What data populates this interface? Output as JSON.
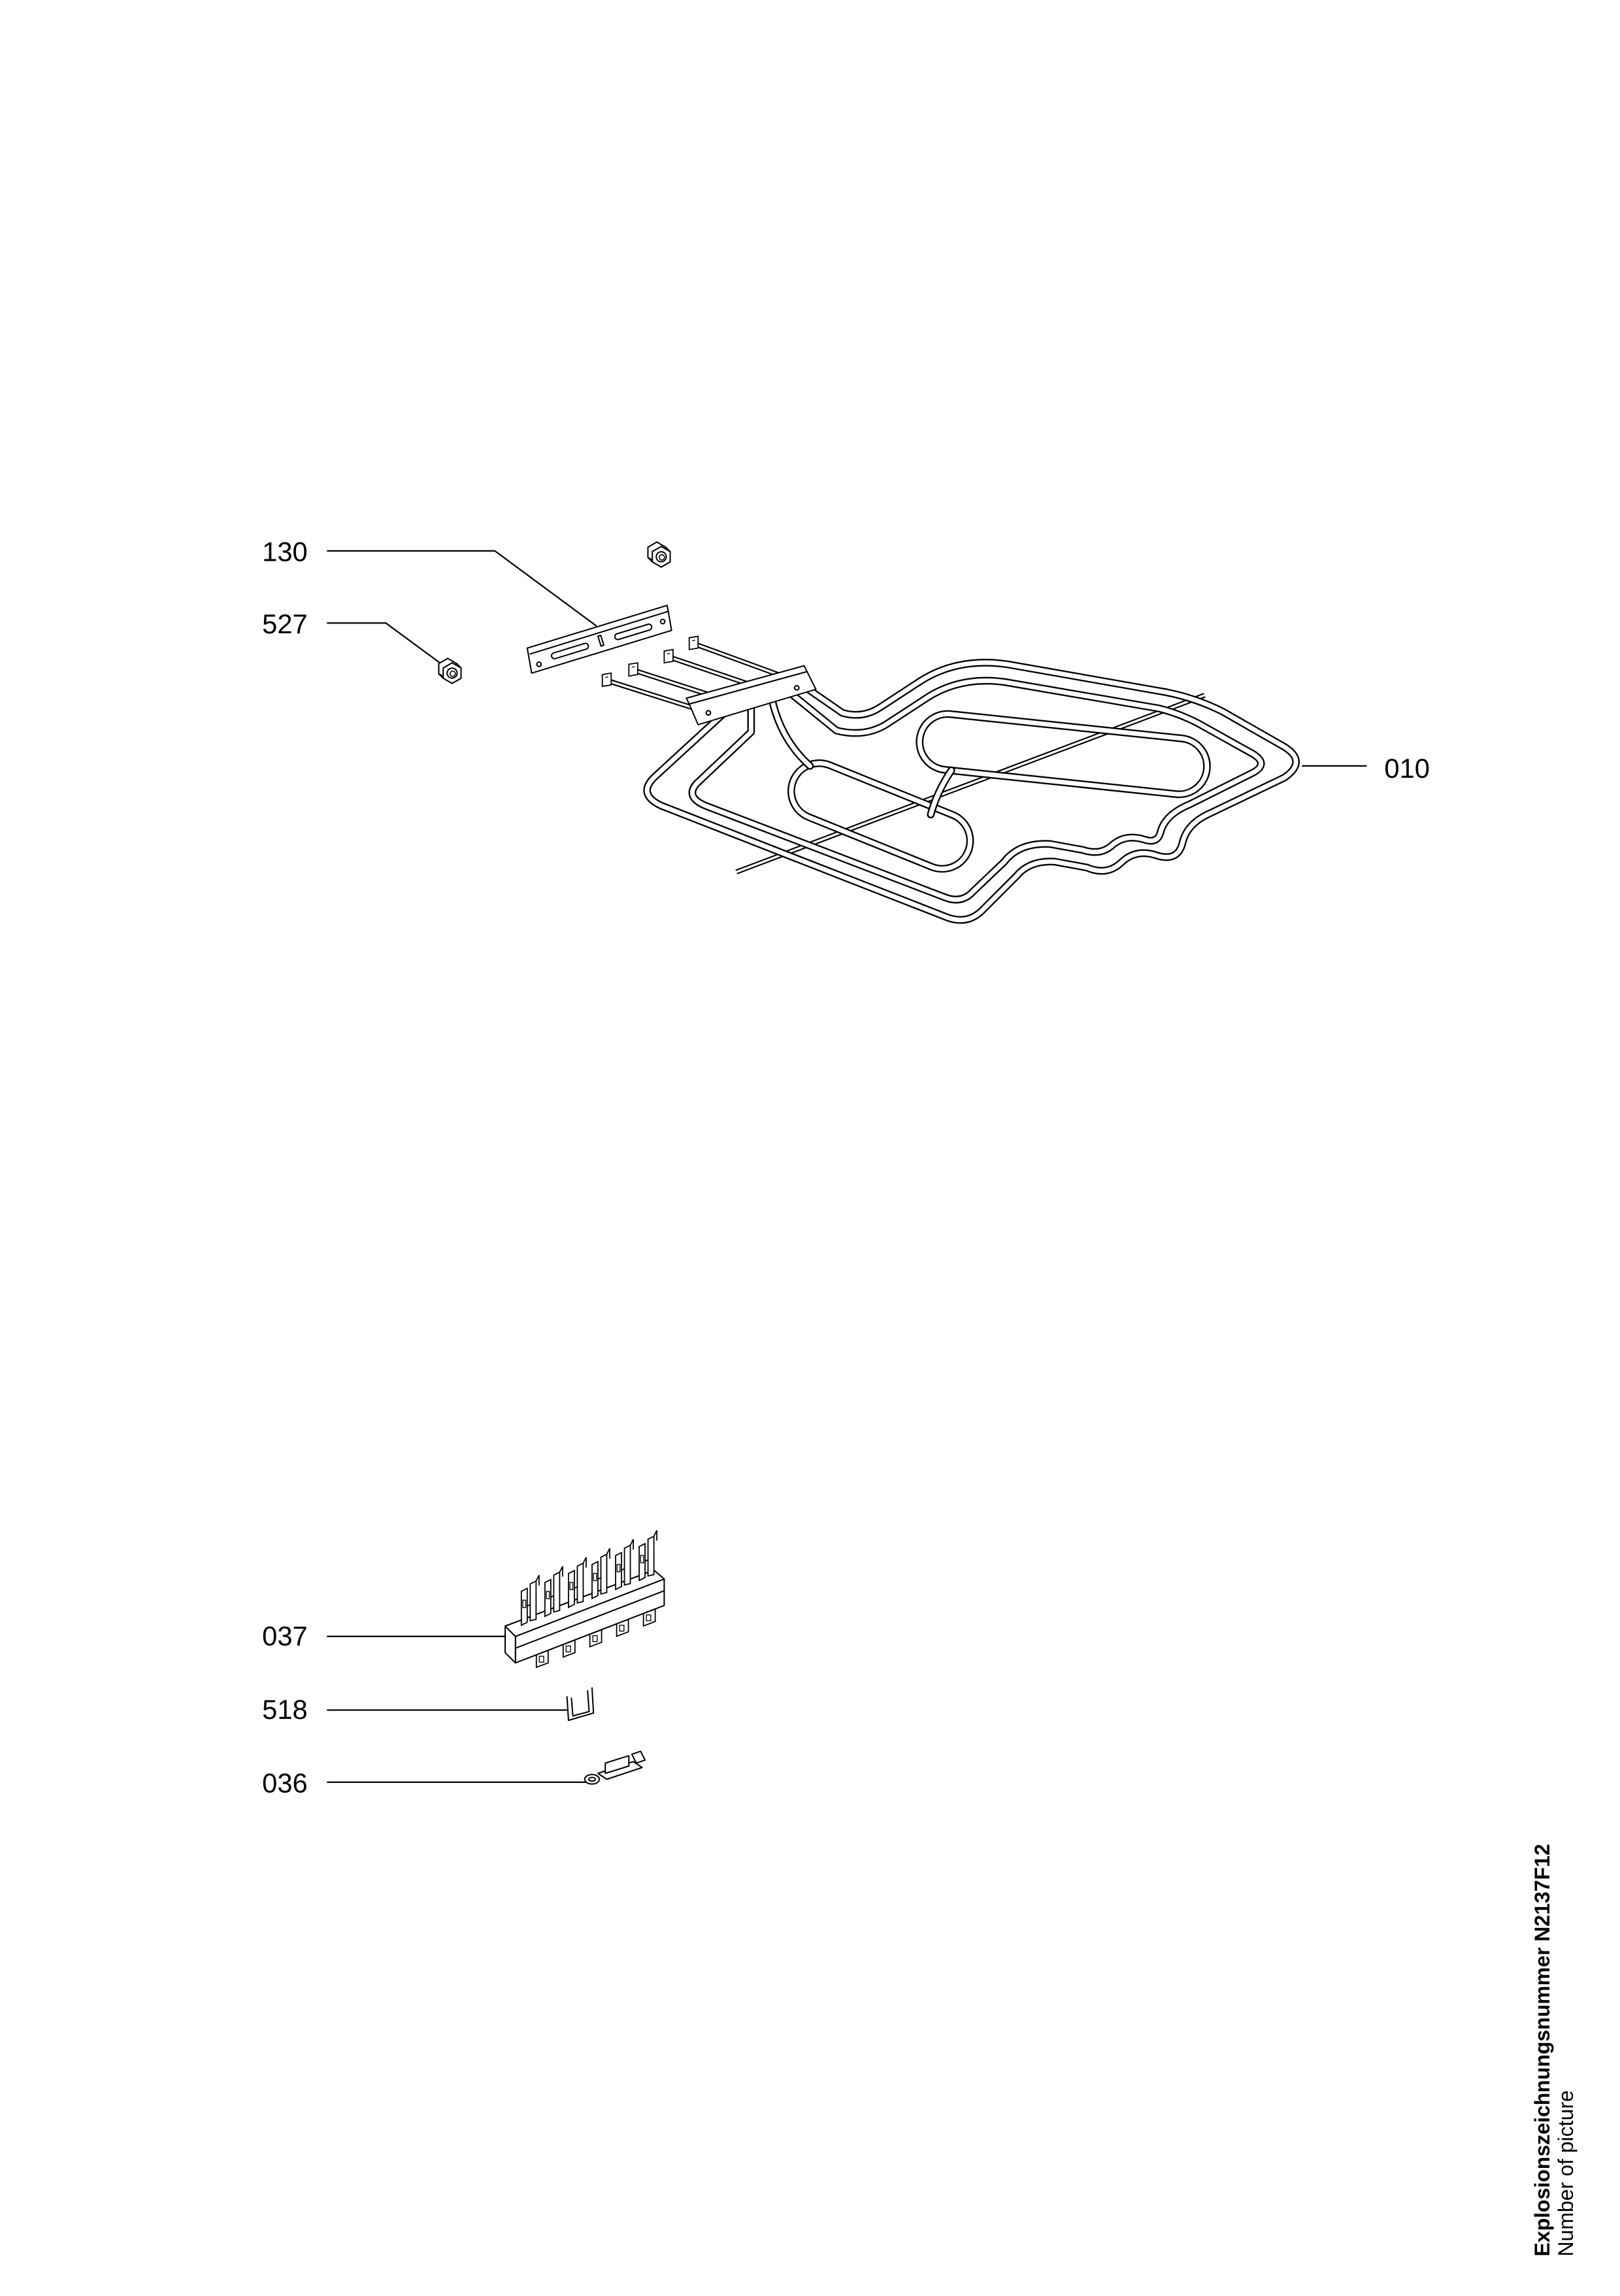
{
  "colors": {
    "paper": "#ffffff",
    "ink": "#000000"
  },
  "callouts": [
    {
      "label": "130"
    },
    {
      "label": "527"
    },
    {
      "label": "010"
    },
    {
      "label": "037"
    },
    {
      "label": "518"
    },
    {
      "label": "036"
    }
  ],
  "title_block": {
    "drawing_number": "Explosionszeichnungsnummer N2137F12",
    "caption": "Number of picture"
  }
}
